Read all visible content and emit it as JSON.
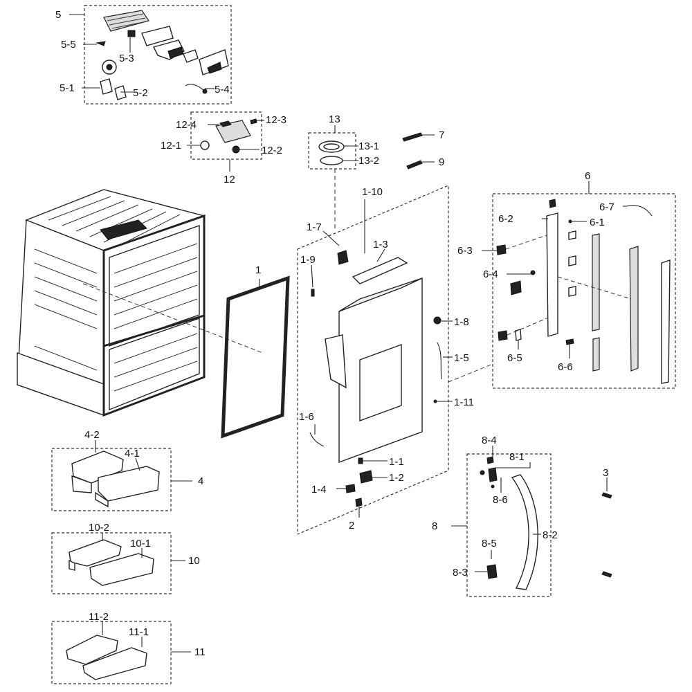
{
  "labels": [
    {
      "id": "5",
      "text": "5"
    },
    {
      "id": "5-5",
      "text": "5-5"
    },
    {
      "id": "5-3",
      "text": "5-3"
    },
    {
      "id": "5-1",
      "text": "5-1"
    },
    {
      "id": "5-2",
      "text": "5-2"
    },
    {
      "id": "5-4",
      "text": "5-4"
    },
    {
      "id": "12-4",
      "text": "12-4"
    },
    {
      "id": "12-3",
      "text": "12-3"
    },
    {
      "id": "12-1",
      "text": "12-1"
    },
    {
      "id": "12-2",
      "text": "12-2"
    },
    {
      "id": "12",
      "text": "12"
    },
    {
      "id": "13",
      "text": "13"
    },
    {
      "id": "13-1",
      "text": "13-1"
    },
    {
      "id": "13-2",
      "text": "13-2"
    },
    {
      "id": "7",
      "text": "7"
    },
    {
      "id": "9",
      "text": "9"
    },
    {
      "id": "1",
      "text": "1"
    },
    {
      "id": "1-10",
      "text": "1-10"
    },
    {
      "id": "1-7",
      "text": "1-7"
    },
    {
      "id": "1-3",
      "text": "1-3"
    },
    {
      "id": "1-9",
      "text": "1-9"
    },
    {
      "id": "1-8",
      "text": "1-8"
    },
    {
      "id": "1-5",
      "text": "1-5"
    },
    {
      "id": "1-11",
      "text": "1-11"
    },
    {
      "id": "1-6",
      "text": "1-6"
    },
    {
      "id": "1-1",
      "text": "1-1"
    },
    {
      "id": "1-2",
      "text": "1-2"
    },
    {
      "id": "1-4",
      "text": "1-4"
    },
    {
      "id": "2",
      "text": "2"
    },
    {
      "id": "6",
      "text": "6"
    },
    {
      "id": "6-7",
      "text": "6-7"
    },
    {
      "id": "6-2",
      "text": "6-2"
    },
    {
      "id": "6-1",
      "text": "6-1"
    },
    {
      "id": "6-3",
      "text": "6-3"
    },
    {
      "id": "6-4",
      "text": "6-4"
    },
    {
      "id": "6-5",
      "text": "6-5"
    },
    {
      "id": "6-6",
      "text": "6-6"
    },
    {
      "id": "4-2",
      "text": "4-2"
    },
    {
      "id": "4-1",
      "text": "4-1"
    },
    {
      "id": "4",
      "text": "4"
    },
    {
      "id": "10-2",
      "text": "10-2"
    },
    {
      "id": "10-1",
      "text": "10-1"
    },
    {
      "id": "10",
      "text": "10"
    },
    {
      "id": "11-2",
      "text": "11-2"
    },
    {
      "id": "11-1",
      "text": "11-1"
    },
    {
      "id": "11",
      "text": "11"
    },
    {
      "id": "8-4",
      "text": "8-4"
    },
    {
      "id": "8-1",
      "text": "8-1"
    },
    {
      "id": "8-6",
      "text": "8-6"
    },
    {
      "id": "8",
      "text": "8"
    },
    {
      "id": "8-2",
      "text": "8-2"
    },
    {
      "id": "8-5",
      "text": "8-5"
    },
    {
      "id": "8-3",
      "text": "8-3"
    },
    {
      "id": "3",
      "text": "3"
    }
  ]
}
